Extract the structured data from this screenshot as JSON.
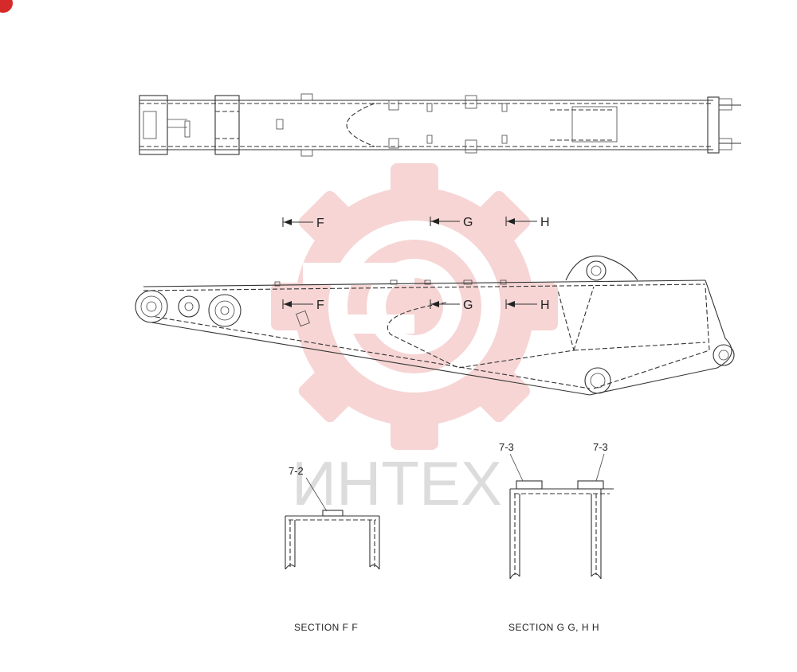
{
  "watermark": {
    "text": "ИНТЕХ",
    "color": "#e8a3a3"
  },
  "corner_badge": {
    "color": "#d62a2a"
  },
  "section_markers": {
    "upper": [
      "F",
      "G",
      "H"
    ],
    "lower": [
      "F",
      "G",
      "H"
    ]
  },
  "callouts": {
    "ff": "7-2",
    "gg_left": "7-3",
    "gg_right": "7-3"
  },
  "captions": {
    "ff": "SECTION F F",
    "gg": "SECTION G G, H H"
  }
}
